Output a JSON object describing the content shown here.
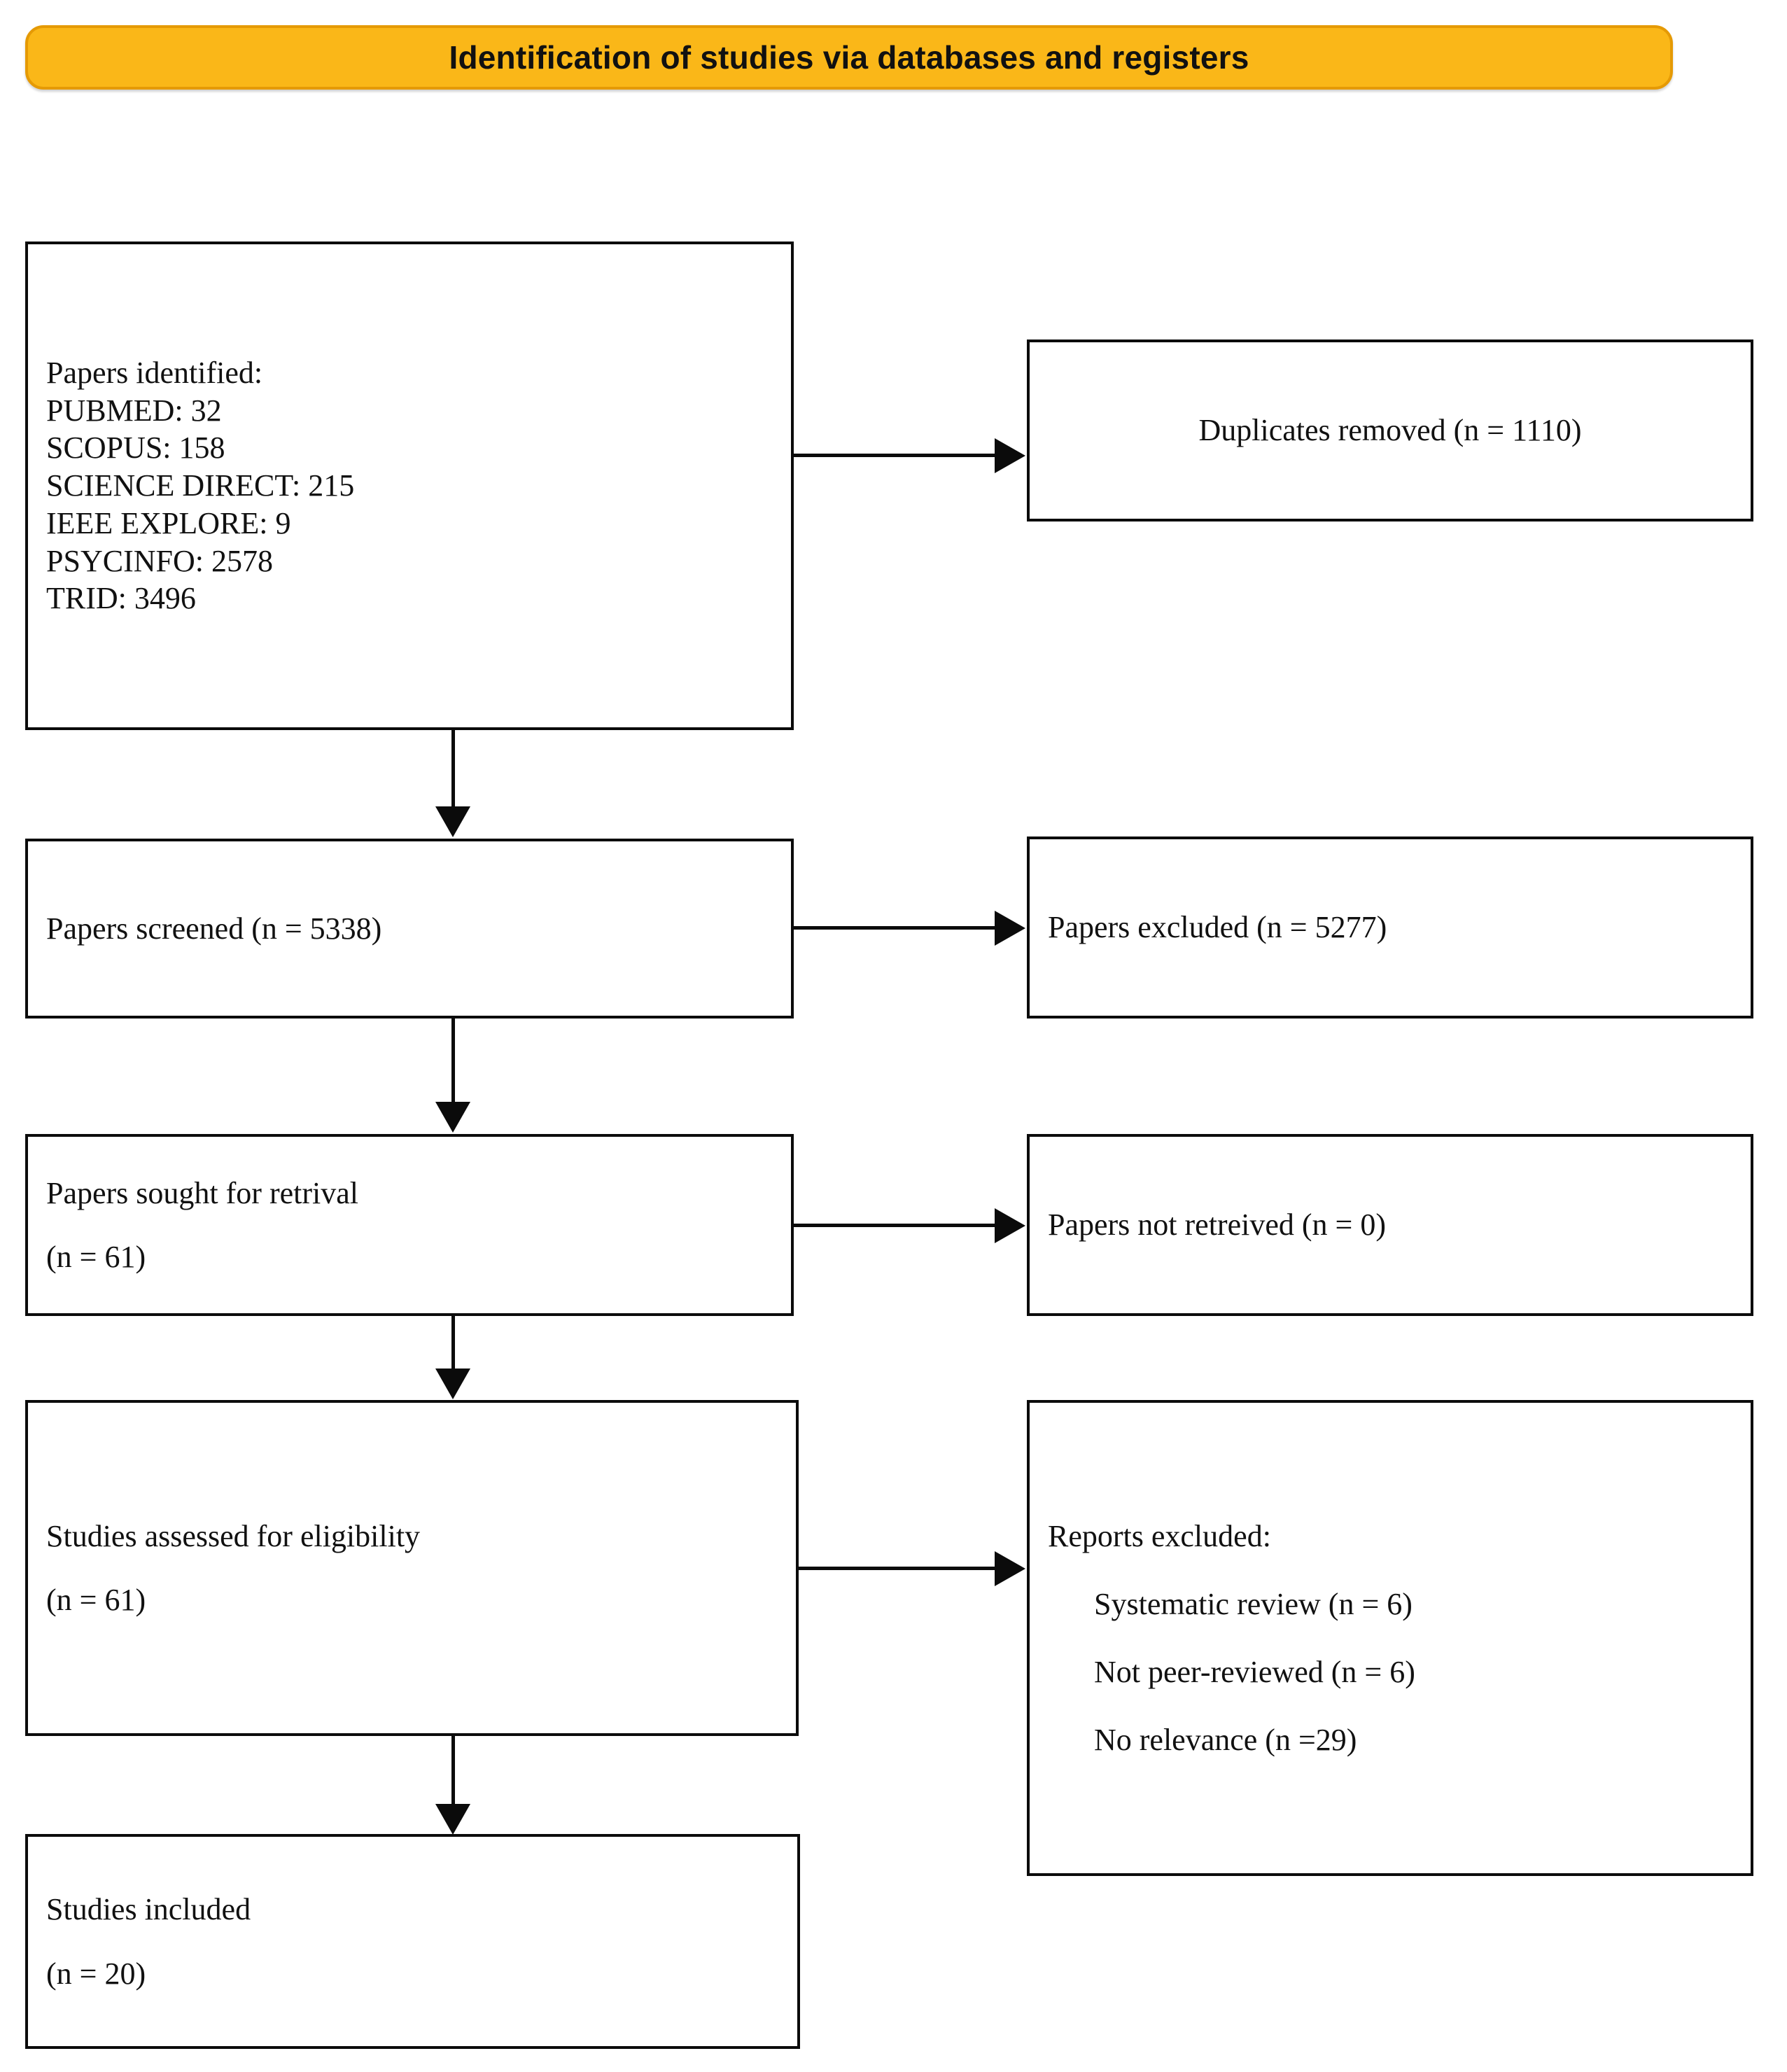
{
  "banner": {
    "title": "Identification of studies via databases and registers",
    "fill_color": "#FAB718",
    "border_color": "#E59A05"
  },
  "boxes": {
    "identified": {
      "heading": "Papers identified:",
      "sources": [
        "PUBMED: 32",
        "SCOPUS: 158",
        "SCIENCE DIRECT: 215",
        "IEEE EXPLORE: 9",
        "PSYCINFO: 2578",
        "TRID: 3496"
      ]
    },
    "duplicates_removed": {
      "label": "Duplicates removed (n = 1110)"
    },
    "screened": {
      "label": "Papers screened (n = 5338)"
    },
    "papers_excluded": {
      "label": "Papers excluded (n = 5277)"
    },
    "sought": {
      "label": "Papers sought for retrival",
      "count": "(n = 61)"
    },
    "not_retrieved": {
      "label": "Papers not retreived (n = 0)"
    },
    "assessed": {
      "label": "Studies assessed for eligibility",
      "count": "(n = 61)"
    },
    "reports_excluded": {
      "heading": "Reports excluded:",
      "reasons": [
        "Systematic review (n = 6)",
        "Not peer-reviewed (n = 6)",
        "No relevance (n =29)"
      ]
    },
    "included": {
      "label": "Studies included",
      "count": "(n = 20)"
    }
  }
}
